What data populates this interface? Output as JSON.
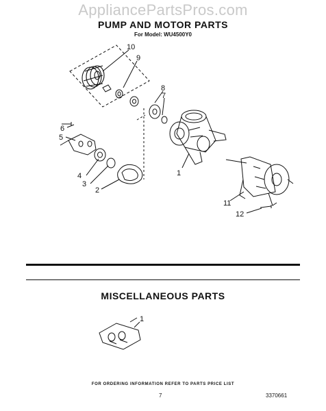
{
  "watermark": "AppliancePartsPros.com",
  "title": "PUMP AND MOTOR PARTS",
  "subtitle": "For Model: WU4500Y0",
  "callouts": [
    "10",
    "9",
    "8",
    "7",
    "6",
    "5",
    "4",
    "3",
    "2",
    "1",
    "11",
    "12"
  ],
  "misc": {
    "title": "MISCELLANEOUS PARTS",
    "callout": "1"
  },
  "footer": {
    "note": "FOR ORDERING INFORMATION REFER TO PARTS PRICE LIST",
    "page": "7",
    "doc_number": "3370661"
  }
}
